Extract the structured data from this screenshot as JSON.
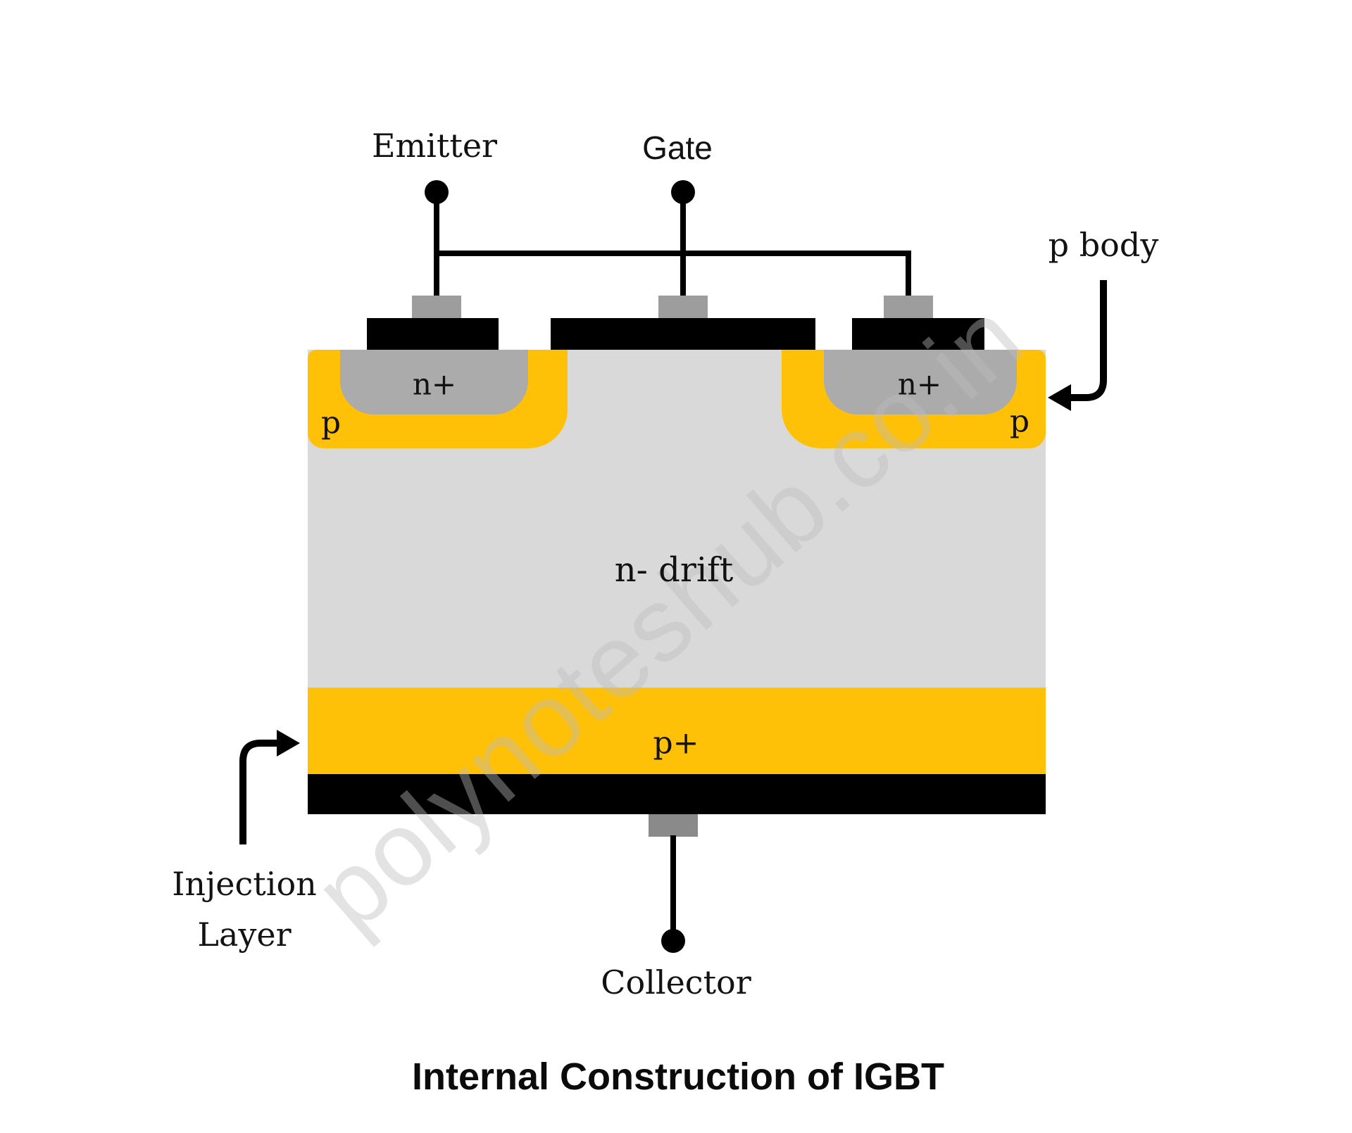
{
  "diagram": {
    "title": "Internal Construction of IGBT",
    "watermark": "polynoteshub.co.in",
    "terminals": {
      "emitter": "Emitter",
      "gate": "Gate",
      "collector": "Collector"
    },
    "annotations": {
      "p_body": "p body",
      "injection_layer_line1": "Injection",
      "injection_layer_line2": "Layer"
    },
    "regions": {
      "n_plus_left": "n+",
      "n_plus_right": "n+",
      "p_left": "p",
      "p_right": "p",
      "n_drift": "n- drift",
      "p_plus": "p+"
    },
    "colors": {
      "region_yellow": "#FFC107",
      "n_plus_gray": "#ABABAB",
      "n_drift_gray": "#D9D9D9",
      "contact_pad_gray": "#9D9D9D",
      "collector_pad_gray": "#8A8A8A",
      "electrode_black": "#000000",
      "watermark_gray": "#BDBDBD"
    }
  }
}
